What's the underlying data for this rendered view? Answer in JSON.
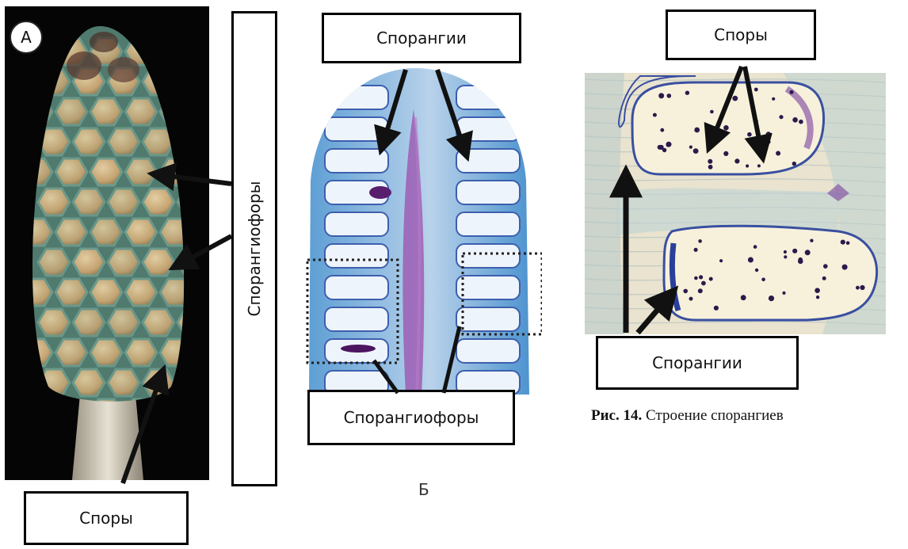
{
  "figure": {
    "caption_number": "Рис. 14.",
    "caption_text": " Строение спорангиев"
  },
  "panel_a": {
    "letter": "А",
    "label_sporangiophores": "Спорангиофоры",
    "label_spores": "Споры"
  },
  "panel_b": {
    "letter": "Б",
    "label_sporangia": "Спорангии",
    "label_sporangiophores": "Спорангиофоры"
  },
  "panel_c": {
    "label_spores": "Споры",
    "label_sporangia": "Спорангии"
  },
  "colors": {
    "cone_tan": "#c9a878",
    "cone_green": "#7fb9a8",
    "stain_blue": "#6fa6d6",
    "stain_purple": "#8a3fa0",
    "section_bg": "#f0e9d6"
  }
}
